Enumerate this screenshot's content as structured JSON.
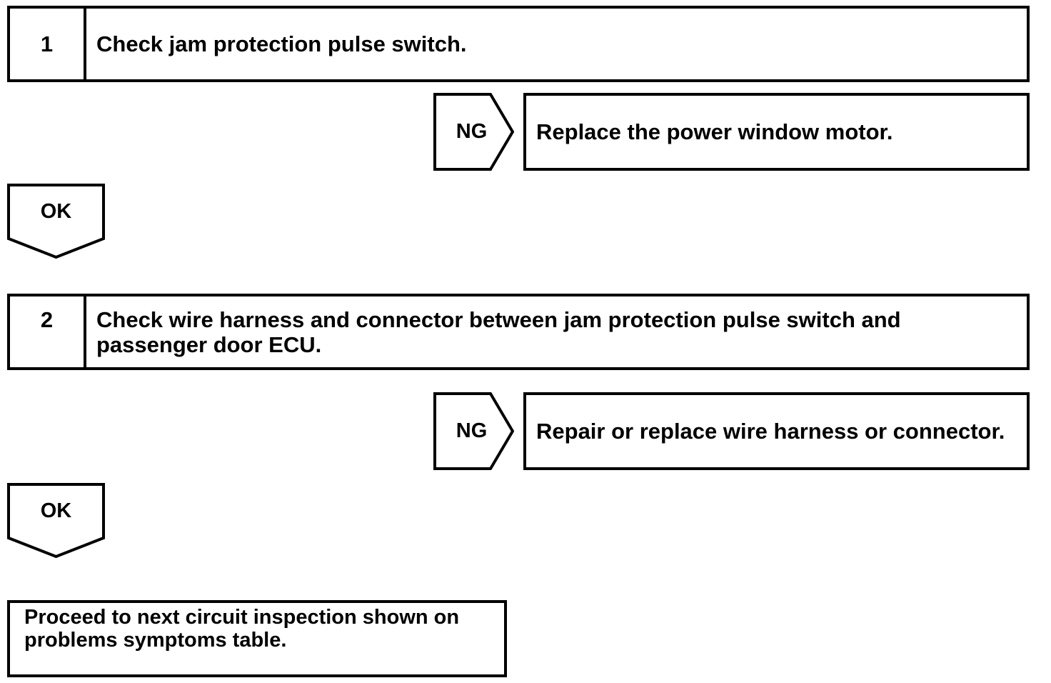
{
  "page": {
    "background": "#ffffff",
    "line_color": "#000000"
  },
  "flowchart": {
    "steps": [
      {
        "number": "1",
        "instruction": "Check jam protection pulse switch.",
        "ng_label": "NG",
        "ng_action": "Replace the power window motor.",
        "ok_label": "OK"
      },
      {
        "number": "2",
        "instruction": "Check wire harness and connector between jam protection pulse switch and passenger door ECU.",
        "ng_label": "NG",
        "ng_action": "Repair or replace wire harness or connector.",
        "ok_label": "OK"
      }
    ],
    "conclusion": "Proceed to next circuit inspection shown on problems symptoms table."
  }
}
